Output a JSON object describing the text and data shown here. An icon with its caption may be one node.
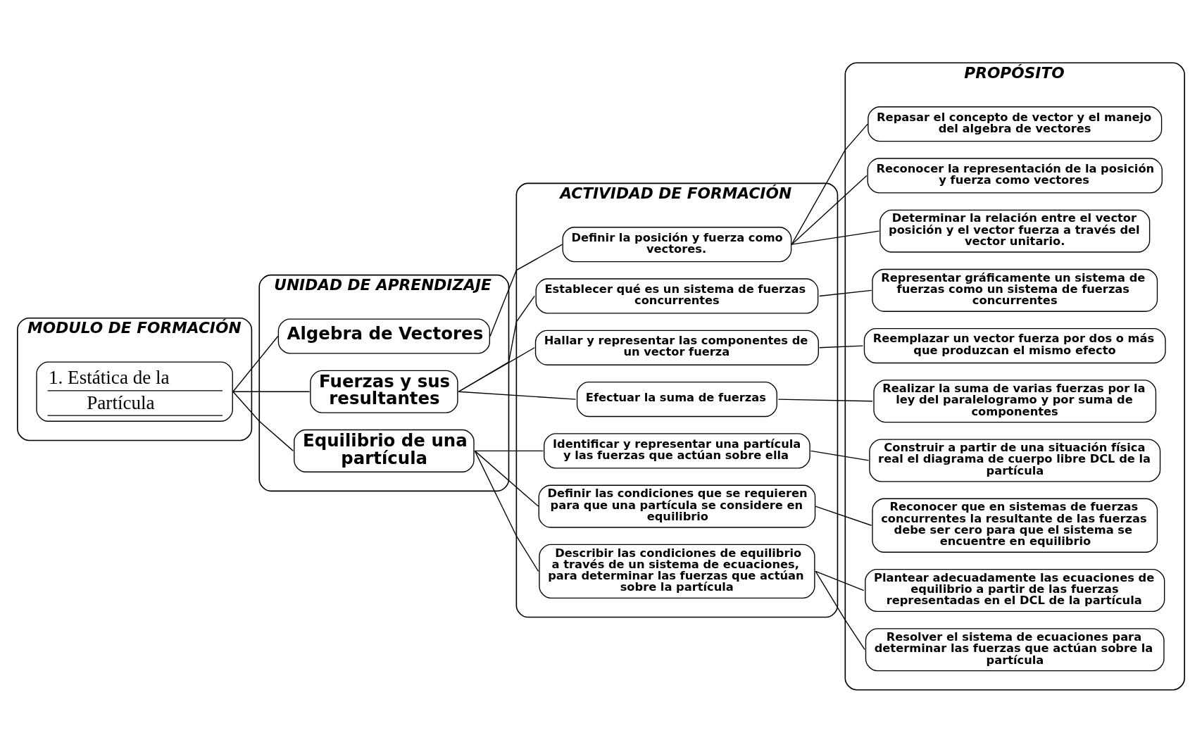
{
  "diagram": {
    "nodes": [
      {
        "text": [
          "MODULO DE FORMACIÓN"
        ]
      },
      {
        "text": [
          "1. Estática de la Partícula"
        ],
        "in": 0
      },
      {
        "text": [
          "UNIDAD DE APRENDIZAJE"
        ]
      },
      {
        "text": [
          "Algebra de Vectores"
        ],
        "in": 2
      },
      {
        "text": [
          "Fuerzas y sus resultantes"
        ],
        "in": 2
      },
      {
        "text": [
          "Equilibrio de una partícula"
        ],
        "in": 2
      },
      {
        "text": [
          "ACTIVIDAD DE FORMACIÓN"
        ]
      },
      {
        "text": [
          "Definir la posición y fuerza como vectores."
        ],
        "in": 6
      },
      {
        "text": [
          "Establecer qué es un sistema de fuerzas concurrentes"
        ],
        "in": 6
      },
      {
        "text": [
          "Hallar y representar las componentes de un vector fuerza"
        ],
        "in": 6
      },
      {
        "text": [
          "Efectuar la suma de fuerzas"
        ],
        "in": 6
      },
      {
        "text": [
          "Identificar y representar una partícula y las fuerzas que actúan sobre ella"
        ],
        "in": 6
      },
      {
        "text": [
          "Definir las condiciones que se requieren para que una partícula se considere en equilibrio"
        ],
        "in": 6
      },
      {
        "text": [
          "Describir las condiciones de equilibrio a través de un sistema de ecuaciones, para determinar las fuerzas que actúan sobre la partícula"
        ],
        "in": 6
      },
      {
        "text": [
          "PROPÓSITO"
        ]
      },
      {
        "text": [
          "Repasar el concepto de vector y el manejo del algebra de vectores"
        ],
        "in": 14
      },
      {
        "text": [
          "Reconocer la representación de la posición y fuerza como vectores"
        ],
        "in": 14
      },
      {
        "text": [
          "Determinar la relación entre el vector posición y el vector fuerza a través del vector unitario."
        ],
        "in": 14
      },
      {
        "text": [
          "Representar gráficamente un sistema de fuerzas como un sistema de fuerzas concurrentes"
        ],
        "in": 14
      },
      {
        "text": [
          "Reemplazar un vector fuerza por dos o más que produzcan el mismo efecto"
        ],
        "in": 14
      },
      {
        "text": [
          "Realizar la suma de varias fuerzas por la ley del paralelogramo y por suma de componentes"
        ],
        "in": 14
      },
      {
        "text": [
          "Construir a partir de una situación física real el diagrama de cuerpo libre DCL de la partícula"
        ],
        "in": 14
      },
      {
        "text": [
          "Reconocer que en sistemas de fuerzas concurrentes la resultante de las fuerzas debe ser cero para que el sistema se encuentre en equilibrio"
        ],
        "in": 14
      },
      {
        "text": [
          "Plantear adecuadamente las ecuaciones de equilibrio a partir de las fuerzas representadas en el DCL de la partícula"
        ],
        "in": 14
      },
      {
        "text": [
          "Resolver el sistema de ecuaciones para determinar las fuerzas que actúan sobre la partícula"
        ],
        "in": 14
      }
    ],
    "edges": [
      {
        "from": 1,
        "to": 3,
        "arrow": "none"
      },
      {
        "from": 1,
        "to": 4,
        "arrow": "none"
      },
      {
        "from": 1,
        "to": 5,
        "arrow": "none"
      },
      {
        "from": 3,
        "to": 7,
        "arrow": "none"
      },
      {
        "from": 4,
        "to": 8,
        "arrow": "none"
      },
      {
        "from": 4,
        "to": 9,
        "arrow": "none"
      },
      {
        "from": 4,
        "to": 10,
        "arrow": "none"
      },
      {
        "from": 5,
        "to": 11,
        "arrow": "none"
      },
      {
        "from": 5,
        "to": 12,
        "arrow": "none"
      },
      {
        "from": 5,
        "to": 13,
        "arrow": "none"
      },
      {
        "from": 7,
        "to": 15,
        "arrow": "none"
      },
      {
        "from": 7,
        "to": 16,
        "arrow": "none"
      },
      {
        "from": 7,
        "to": 17,
        "arrow": "none"
      },
      {
        "from": 8,
        "to": 18,
        "arrow": "none"
      },
      {
        "from": 9,
        "to": 19,
        "arrow": "none"
      },
      {
        "from": 10,
        "to": 20,
        "arrow": "none"
      },
      {
        "from": 11,
        "to": 21,
        "arrow": "none"
      },
      {
        "from": 12,
        "to": 22,
        "arrow": "none"
      },
      {
        "from": 13,
        "to": 23,
        "arrow": "none"
      },
      {
        "from": 13,
        "to": 24,
        "arrow": "none"
      }
    ]
  }
}
